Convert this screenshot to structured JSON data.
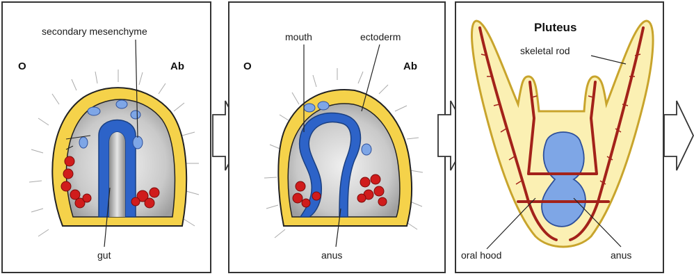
{
  "panels": [
    {
      "left_marker": "O",
      "right_marker": "Ab",
      "labels": {
        "secondary_mesenchyme": "secondary mesenchyme",
        "gut": "gut"
      }
    },
    {
      "left_marker": "O",
      "right_marker": "Ab",
      "labels": {
        "mouth": "mouth",
        "ectoderm": "ectoderm",
        "anus": "anus"
      }
    },
    {
      "title": "Pluteus",
      "labels": {
        "skeletal_rod": "skeletal rod",
        "oral_hood": "oral hood",
        "anus": "anus"
      }
    }
  ],
  "colors": {
    "ectoderm_yellow": "#f5d24a",
    "ectoderm_inner": "#fbf0b3",
    "gut_blue": "#2d63c8",
    "gut_light": "#7ea6e6",
    "mesenchyme_red": "#d01c1c",
    "skeleton_red": "#a3221a",
    "blastocoel_grey": "#b8b8b8",
    "frame": "#333333"
  },
  "icons": [
    "flow-arrow-icon",
    "flow-arrow-icon",
    "flow-arrow-icon"
  ]
}
